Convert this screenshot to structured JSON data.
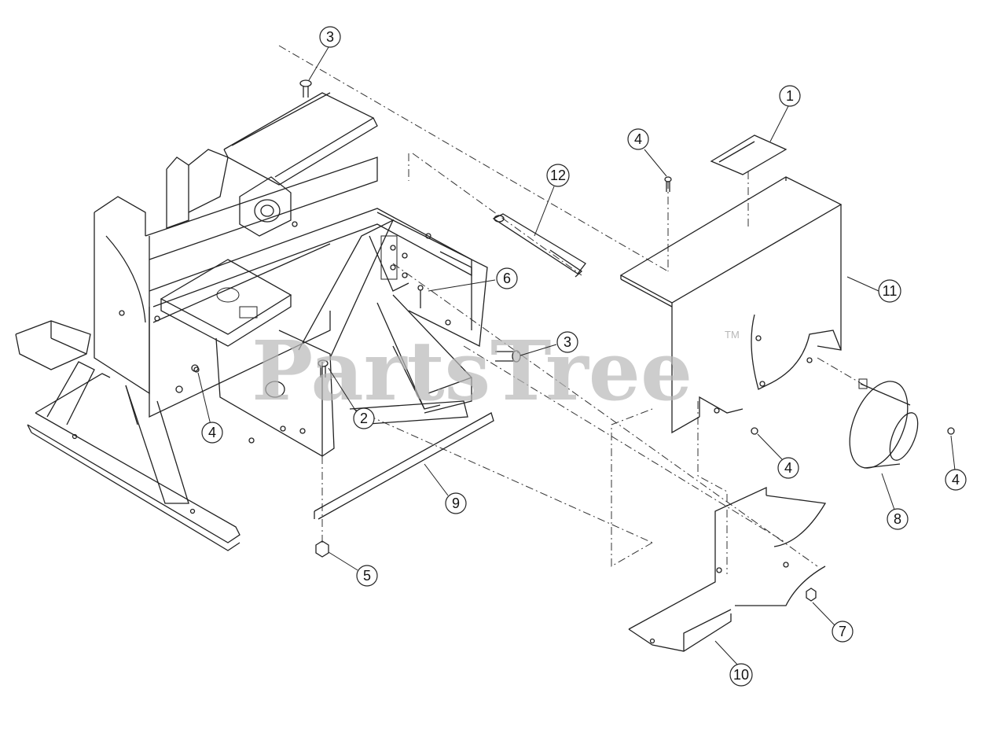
{
  "watermark": {
    "brand": "PartsTree",
    "trademark": "TM"
  },
  "callouts": [
    {
      "id": "callout-3-top",
      "label": "3"
    },
    {
      "id": "callout-1",
      "label": "1"
    },
    {
      "id": "callout-4-top",
      "label": "4"
    },
    {
      "id": "callout-12",
      "label": "12"
    },
    {
      "id": "callout-6",
      "label": "6"
    },
    {
      "id": "callout-11",
      "label": "11"
    },
    {
      "id": "callout-3-mid",
      "label": "3"
    },
    {
      "id": "callout-2",
      "label": "2"
    },
    {
      "id": "callout-4-left",
      "label": "4"
    },
    {
      "id": "callout-4-mid",
      "label": "4"
    },
    {
      "id": "callout-4-right",
      "label": "4"
    },
    {
      "id": "callout-9",
      "label": "9"
    },
    {
      "id": "callout-8",
      "label": "8"
    },
    {
      "id": "callout-5",
      "label": "5"
    },
    {
      "id": "callout-7",
      "label": "7"
    },
    {
      "id": "callout-10",
      "label": "10"
    }
  ]
}
